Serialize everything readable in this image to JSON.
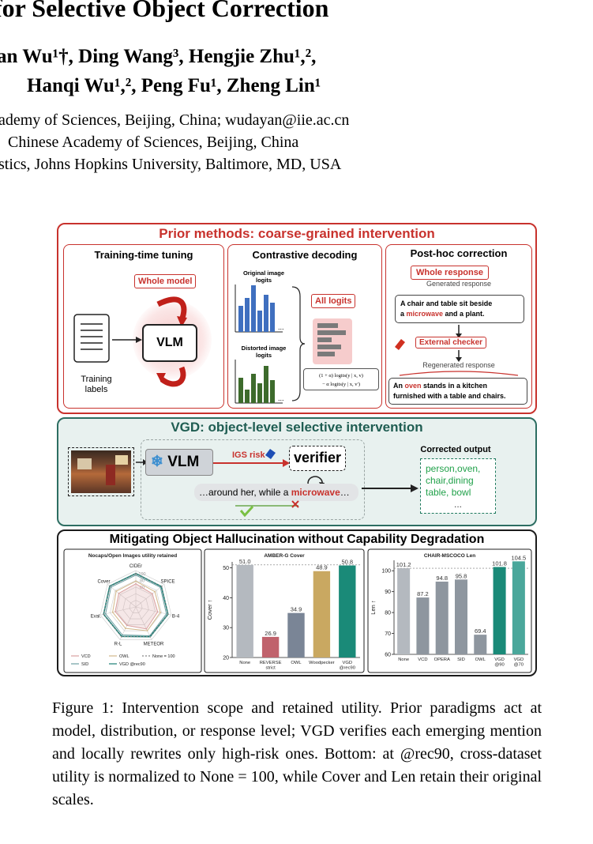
{
  "header": {
    "title": "for Selective Object Correction",
    "authors_line1": "an Wu¹†, Ding Wang³, Hengjie Zhu¹,²,",
    "authors_line2": "Hanqi Wu¹,², Peng Fu¹, Zheng Lin¹",
    "affil1": "ademy of Sciences, Beijing, China; wudayan@iie.ac.cn",
    "affil2": "Chinese Academy of Sciences, Beijing, China",
    "affil3": "stics, Johns Hopkins University, Baltimore, MD, USA"
  },
  "figure": {
    "prior": {
      "title": "Prior methods: coarse-grained intervention",
      "training": {
        "title": "Training-time tuning",
        "badge": "Whole model",
        "vlm": "VLM",
        "labels_line1": "Training",
        "labels_line2": "labels"
      },
      "contrastive": {
        "title": "Contrastive decoding",
        "orig_line1": "Original image",
        "orig_line2": "logits",
        "dist_line1": "Distorted image",
        "dist_line2": "logits",
        "badge": "All logits",
        "ellipsis": "...",
        "formula1": "(1 + α) logits(y | x, v)",
        "formula2": "− α logits(y | x, v′)"
      },
      "posthoc": {
        "title": "Post-hoc correction",
        "badge": "Whole response",
        "generated": "Generated response",
        "resp1a": "A chair and table sit beside",
        "resp1b_pre": "a ",
        "resp1b_hl": "microwave",
        "resp1b_post": " and a plant.",
        "checker": "External checker",
        "regenerated": "Regenerated response",
        "resp2a_pre": "An ",
        "resp2a_hl": "oven",
        "resp2a_post": " stands in a kitchen",
        "resp2b": "furnished with a table and chairs."
      }
    },
    "vgd": {
      "title": "VGD: object-level selective intervention",
      "vlm": "VLM",
      "igs": "IGS risk",
      "verifier": "verifier",
      "bubble_pre": "…around her, while a ",
      "bubble_hl": "microwave",
      "bubble_post": "…",
      "output_title": "Corrected output",
      "output_line1": "person,oven,",
      "output_line2": "chair,dining",
      "output_line3": "table, bowl",
      "output_line4": "..."
    },
    "bottom_title": "Mitigating Object Hallucination without Capability Degradation"
  },
  "chart_data": [
    {
      "type": "radar",
      "title": "Nocaps/Open Images utility retained",
      "axes": [
        "CIDEr",
        "SPICE",
        "B-4",
        "METEOR",
        "R-L",
        "Eval.",
        "Cover"
      ],
      "rings": [
        60,
        80,
        100
      ],
      "series": [
        {
          "name": "VCD",
          "color": "#d9a0a0",
          "values": [
            70,
            64,
            68,
            74,
            62,
            64,
            66
          ]
        },
        {
          "name": "OWL",
          "color": "#d3b88a",
          "values": [
            78,
            74,
            76,
            80,
            72,
            72,
            76
          ]
        },
        {
          "name": "SID",
          "color": "#6fa0a4",
          "values": [
            96,
            95,
            95,
            97,
            94,
            94,
            96
          ]
        },
        {
          "name": "VGD @rec90",
          "color": "#1b7f75",
          "values": [
            101,
            99,
            100,
            100,
            99,
            100,
            101
          ]
        },
        {
          "name": "None = 100",
          "color": "#888888",
          "values": [
            100,
            100,
            100,
            100,
            100,
            100,
            100
          ]
        }
      ]
    },
    {
      "type": "bar",
      "title": "AMBER-G Cover",
      "ylabel": "Cover ↑",
      "ylim": [
        20,
        52
      ],
      "yticks": [
        20,
        30,
        40,
        50
      ],
      "categories": [
        "None",
        "REVERSE strict",
        "OWL",
        "Woodpecker",
        "VGD @rec90"
      ],
      "tick_lines": [
        [
          "None"
        ],
        [
          "REVERSE",
          "strict"
        ],
        [
          "OWL"
        ],
        [
          "Woodpecker"
        ],
        [
          "VGD",
          "@rec90"
        ]
      ],
      "values": [
        51.0,
        26.9,
        34.9,
        48.9,
        50.8
      ],
      "labels": [
        "51.0",
        "26.9",
        "34.9",
        "48.9",
        "50.8"
      ],
      "colors": [
        "#b4b9bf",
        "#c0626c",
        "#7a8596",
        "#c9a861",
        "#1a8a78"
      ],
      "ref_line": 51.0
    },
    {
      "type": "bar",
      "title": "CHAIR-MSCOCO Len",
      "ylabel": "Len ↑",
      "ylim": [
        60,
        105
      ],
      "yticks": [
        60,
        70,
        80,
        90,
        100
      ],
      "categories": [
        "None",
        "VCD",
        "OPERA",
        "SID",
        "OWL",
        "VGD @90",
        "VGD @70"
      ],
      "tick_lines": [
        [
          "None"
        ],
        [
          "VCD"
        ],
        [
          "OPERA"
        ],
        [
          "SID"
        ],
        [
          "OWL"
        ],
        [
          "VGD",
          "@90"
        ],
        [
          "VGD",
          "@70"
        ]
      ],
      "values": [
        101.2,
        87.2,
        94.8,
        95.8,
        69.4,
        101.8,
        104.5
      ],
      "labels": [
        "101.2",
        "87.2",
        "94.8",
        "95.8",
        "69.4",
        "101.8",
        "104.5"
      ],
      "colors": [
        "#b4b9bf",
        "#8e969f",
        "#8e969f",
        "#8e969f",
        "#8e969f",
        "#1a8a78",
        "#4aa79b"
      ],
      "ref_line": 101.2
    }
  ],
  "caption": "Figure 1: Intervention scope and retained utility. Prior paradigms act at model, distribution, or response level; VGD verifies each emerging mention and locally rewrites only high-risk ones. Bottom: at @rec90, cross-dataset utility is normalized to None = 100, while Cover and Len retain their original scales."
}
